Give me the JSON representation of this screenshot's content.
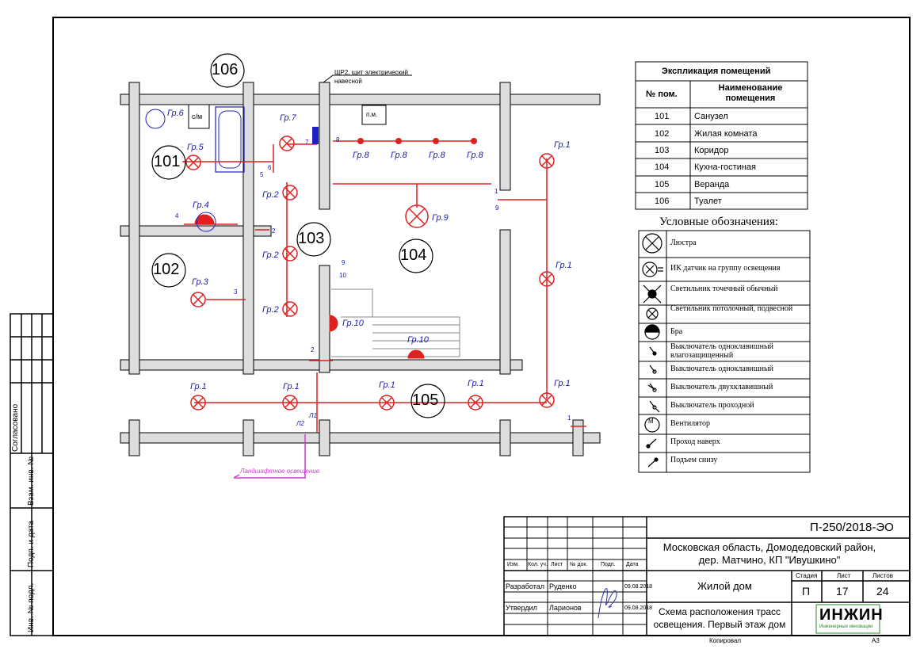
{
  "drawing": {
    "rooms": [
      "101",
      "102",
      "103",
      "104",
      "105",
      "106"
    ],
    "switchboard_note": "ЩР2, щит электрический навесной",
    "landscape_note": "Ландшафтное освещение",
    "fixtures": {
      "sm": "с/м",
      "pm": "п.м."
    },
    "groups": {
      "g1": "Гр.1",
      "g2": "Гр.2",
      "g3": "Гр.3",
      "g4": "Гр.4",
      "g5": "Гр.5",
      "g6": "Гр.6",
      "g7": "Гр.7",
      "g8": "Гр.8",
      "g9": "Гр.9",
      "g10": "Гр.10"
    },
    "circuit_marks": [
      "1",
      "2",
      "3",
      "4",
      "5",
      "6",
      "7",
      "8",
      "9",
      "10",
      "Л1",
      "Л2"
    ]
  },
  "explication": {
    "title": "Экспликация помещений",
    "col_num": "№ пом.",
    "col_name": "Наименование помещения",
    "rows": [
      {
        "num": "101",
        "name": "Санузел"
      },
      {
        "num": "102",
        "name": "Жилая комната"
      },
      {
        "num": "103",
        "name": "Коридор"
      },
      {
        "num": "104",
        "name": "Кухна-гостиная"
      },
      {
        "num": "105",
        "name": "Веранда"
      },
      {
        "num": "106",
        "name": "Туалет"
      }
    ]
  },
  "legend": {
    "title": "Условные обозначения:",
    "items": [
      {
        "icon": "chandelier-icon",
        "text": "Люстра"
      },
      {
        "icon": "ir-sensor-icon",
        "text": "ИК датчик на группу освещения"
      },
      {
        "icon": "spot-light-icon",
        "text": "Светильник точечный обычный"
      },
      {
        "icon": "ceiling-light-icon",
        "text": "Светильник потолочный, подвесной"
      },
      {
        "icon": "sconce-icon",
        "text": "Бра"
      },
      {
        "icon": "switch-waterproof-icon",
        "text": "Выключатель одноклавишный влагозащищенный"
      },
      {
        "icon": "switch-single-icon",
        "text": "Выключатель одноклавишный"
      },
      {
        "icon": "switch-double-icon",
        "text": "Выключатель двухклавишный"
      },
      {
        "icon": "switch-pass-icon",
        "text": "Выключатель проходной"
      },
      {
        "icon": "fan-icon",
        "text": "Вентилятор"
      },
      {
        "icon": "pass-up-icon",
        "text": "Проход наверх"
      },
      {
        "icon": "rise-from-below-icon",
        "text": "Подъем снизу"
      }
    ]
  },
  "side_stamp": {
    "agreed": "Согласовано",
    "replace_inv": "Взам. инв. №",
    "sign_date": "Подп. и дата",
    "inv_orig": "Инв. № подл."
  },
  "title_block": {
    "code": "П-250/2018-ЭО",
    "location": "Московская область, Домодедовский район, дер. Матчино, КП \"Ивушкино\"",
    "object": "Жилой дом",
    "sheet_title": "Схема расположения трасс освещения. Первый этаж дом",
    "headers": [
      "Изм.",
      "Кол. уч.",
      "Лист",
      "№ док.",
      "Подп.",
      "Дата"
    ],
    "developed_label": "Разработал",
    "developed_name": "Руденко",
    "developed_date": "09.08.2018",
    "approved_label": "Утвердил",
    "approved_name": "Ларионов",
    "approved_date": "09.08.2018",
    "stage_label": "Стадия",
    "sheet_label": "Лист",
    "sheets_label": "Листов",
    "stage": "П",
    "sheet": "17",
    "sheets": "24",
    "logo": "ИНЖИН",
    "logo_sub": "Инженерные инновации",
    "copied": "Копировал",
    "format": "А3"
  },
  "colors": {
    "line": "#000000",
    "circuit": "#e02020",
    "group_text": "#1a1aa6",
    "wall": "#cccccc",
    "landscape": "#d03cd0"
  }
}
